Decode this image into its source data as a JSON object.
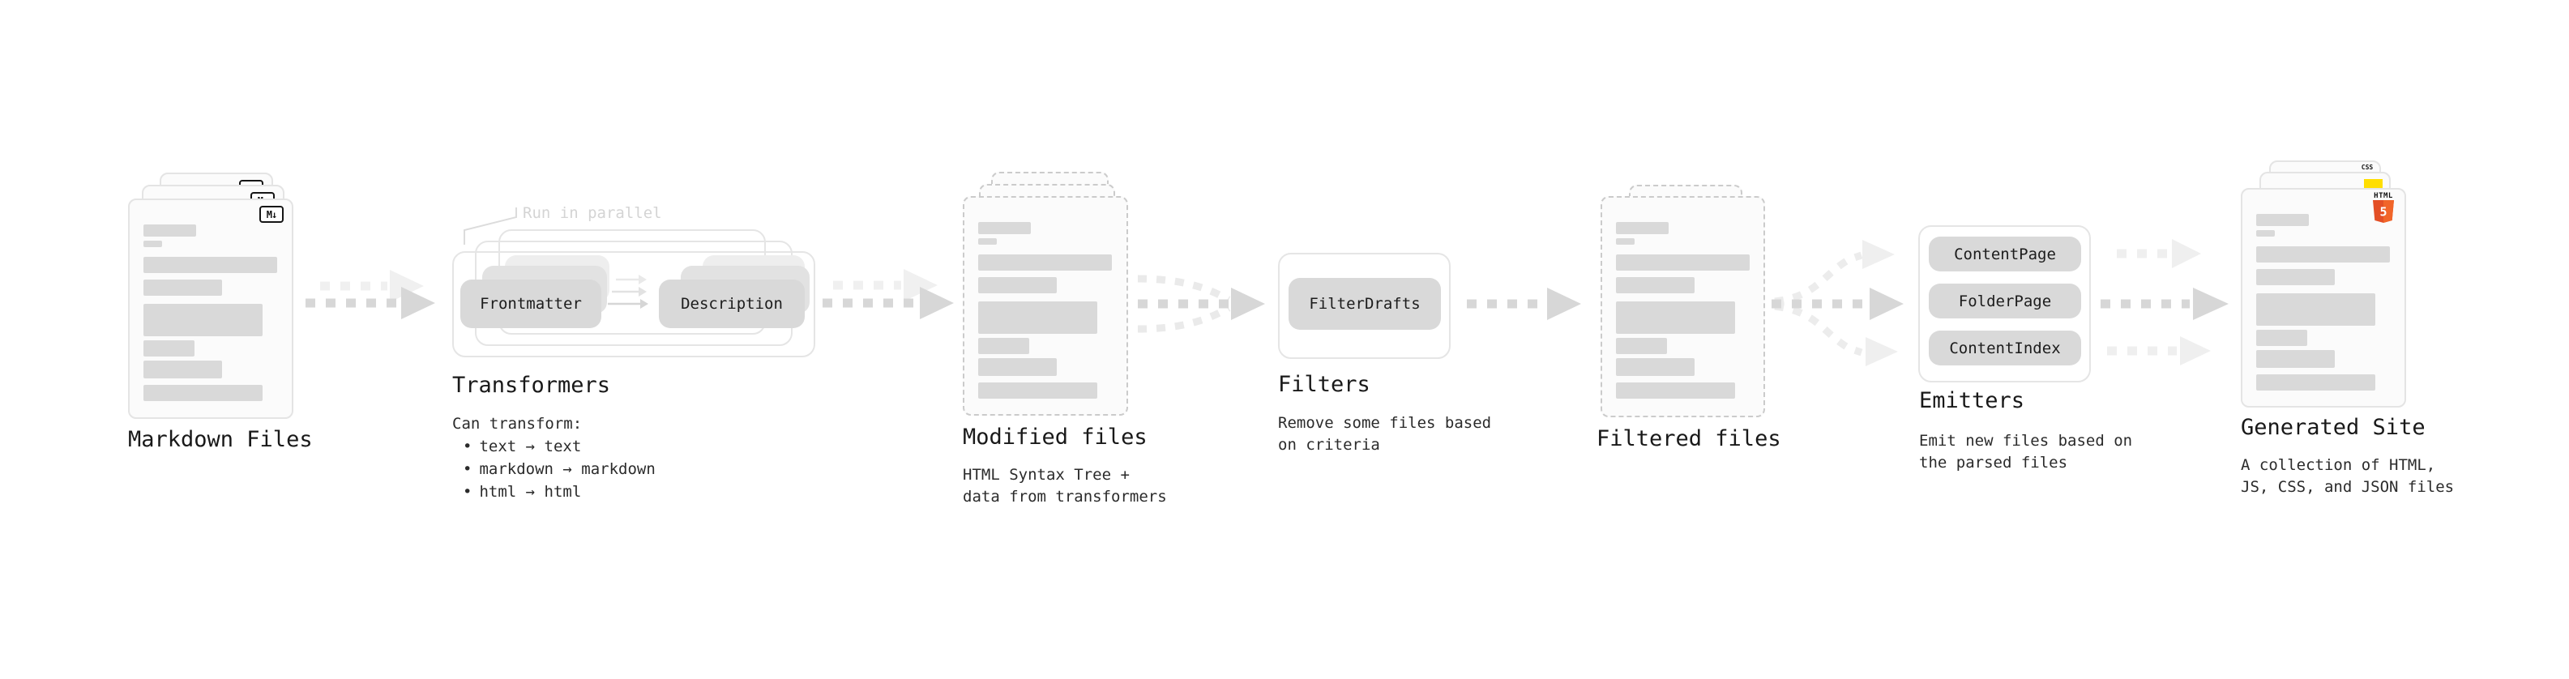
{
  "markdown_files": {
    "title": "Markdown Files",
    "badge": "M↓"
  },
  "transformers": {
    "title": "Transformers",
    "note": "Run in parallel",
    "input_box": "Frontmatter",
    "output_box": "Description",
    "desc_heading": "Can transform:",
    "bullet_char": "•",
    "bullets": [
      "text → text",
      "markdown → markdown",
      "html → html"
    ]
  },
  "modified_files": {
    "title": "Modified files",
    "desc_line1": "HTML Syntax Tree +",
    "desc_line2": "data from transformers"
  },
  "filters": {
    "title": "Filters",
    "box": "FilterDrafts",
    "desc_line1": "Remove some files based",
    "desc_line2": "on criteria"
  },
  "filtered_files": {
    "title": "Filtered files"
  },
  "emitters": {
    "title": "Emitters",
    "boxes": [
      "ContentPage",
      "FolderPage",
      "ContentIndex"
    ],
    "desc_line1": "Emit new files based on",
    "desc_line2": "the parsed files"
  },
  "generated_site": {
    "title": "Generated Site",
    "desc_line1": "A collection of HTML,",
    "desc_line2": "JS, CSS, and JSON files",
    "css_badge": "CSS",
    "html_badge_label": "HTML",
    "html_badge_number": "5"
  },
  "colors": {
    "html5_orange": "#E34F26",
    "js_yellow": "#FFDE00",
    "css_blue": "#2A6DF5",
    "arrow_gray": "#d7d7d7",
    "arrow_light": "#f0f0f0"
  }
}
